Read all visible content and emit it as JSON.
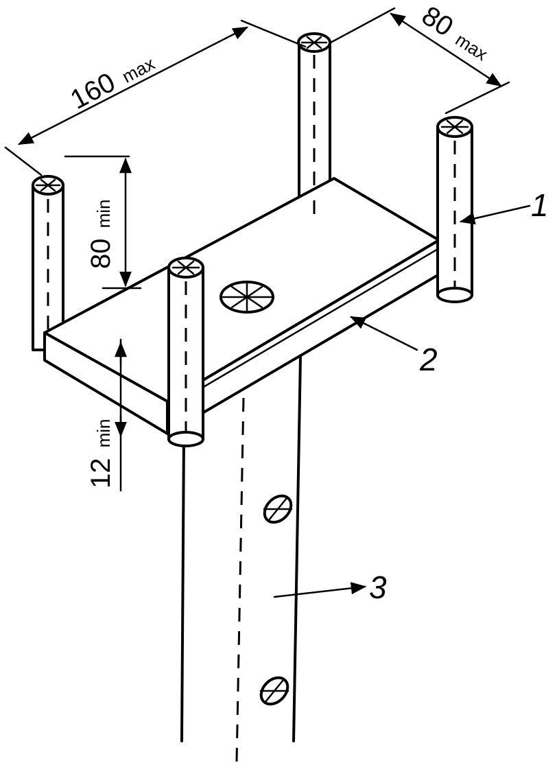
{
  "dimensions": {
    "length": {
      "value": "160",
      "qualifier": "max"
    },
    "width": {
      "value": "80",
      "qualifier": "max"
    },
    "height": {
      "value": "80",
      "qualifier": "min"
    },
    "thickness": {
      "value": "12",
      "qualifier": "min"
    }
  },
  "callouts": [
    {
      "label": "1"
    },
    {
      "label": "2"
    },
    {
      "label": "3"
    }
  ]
}
